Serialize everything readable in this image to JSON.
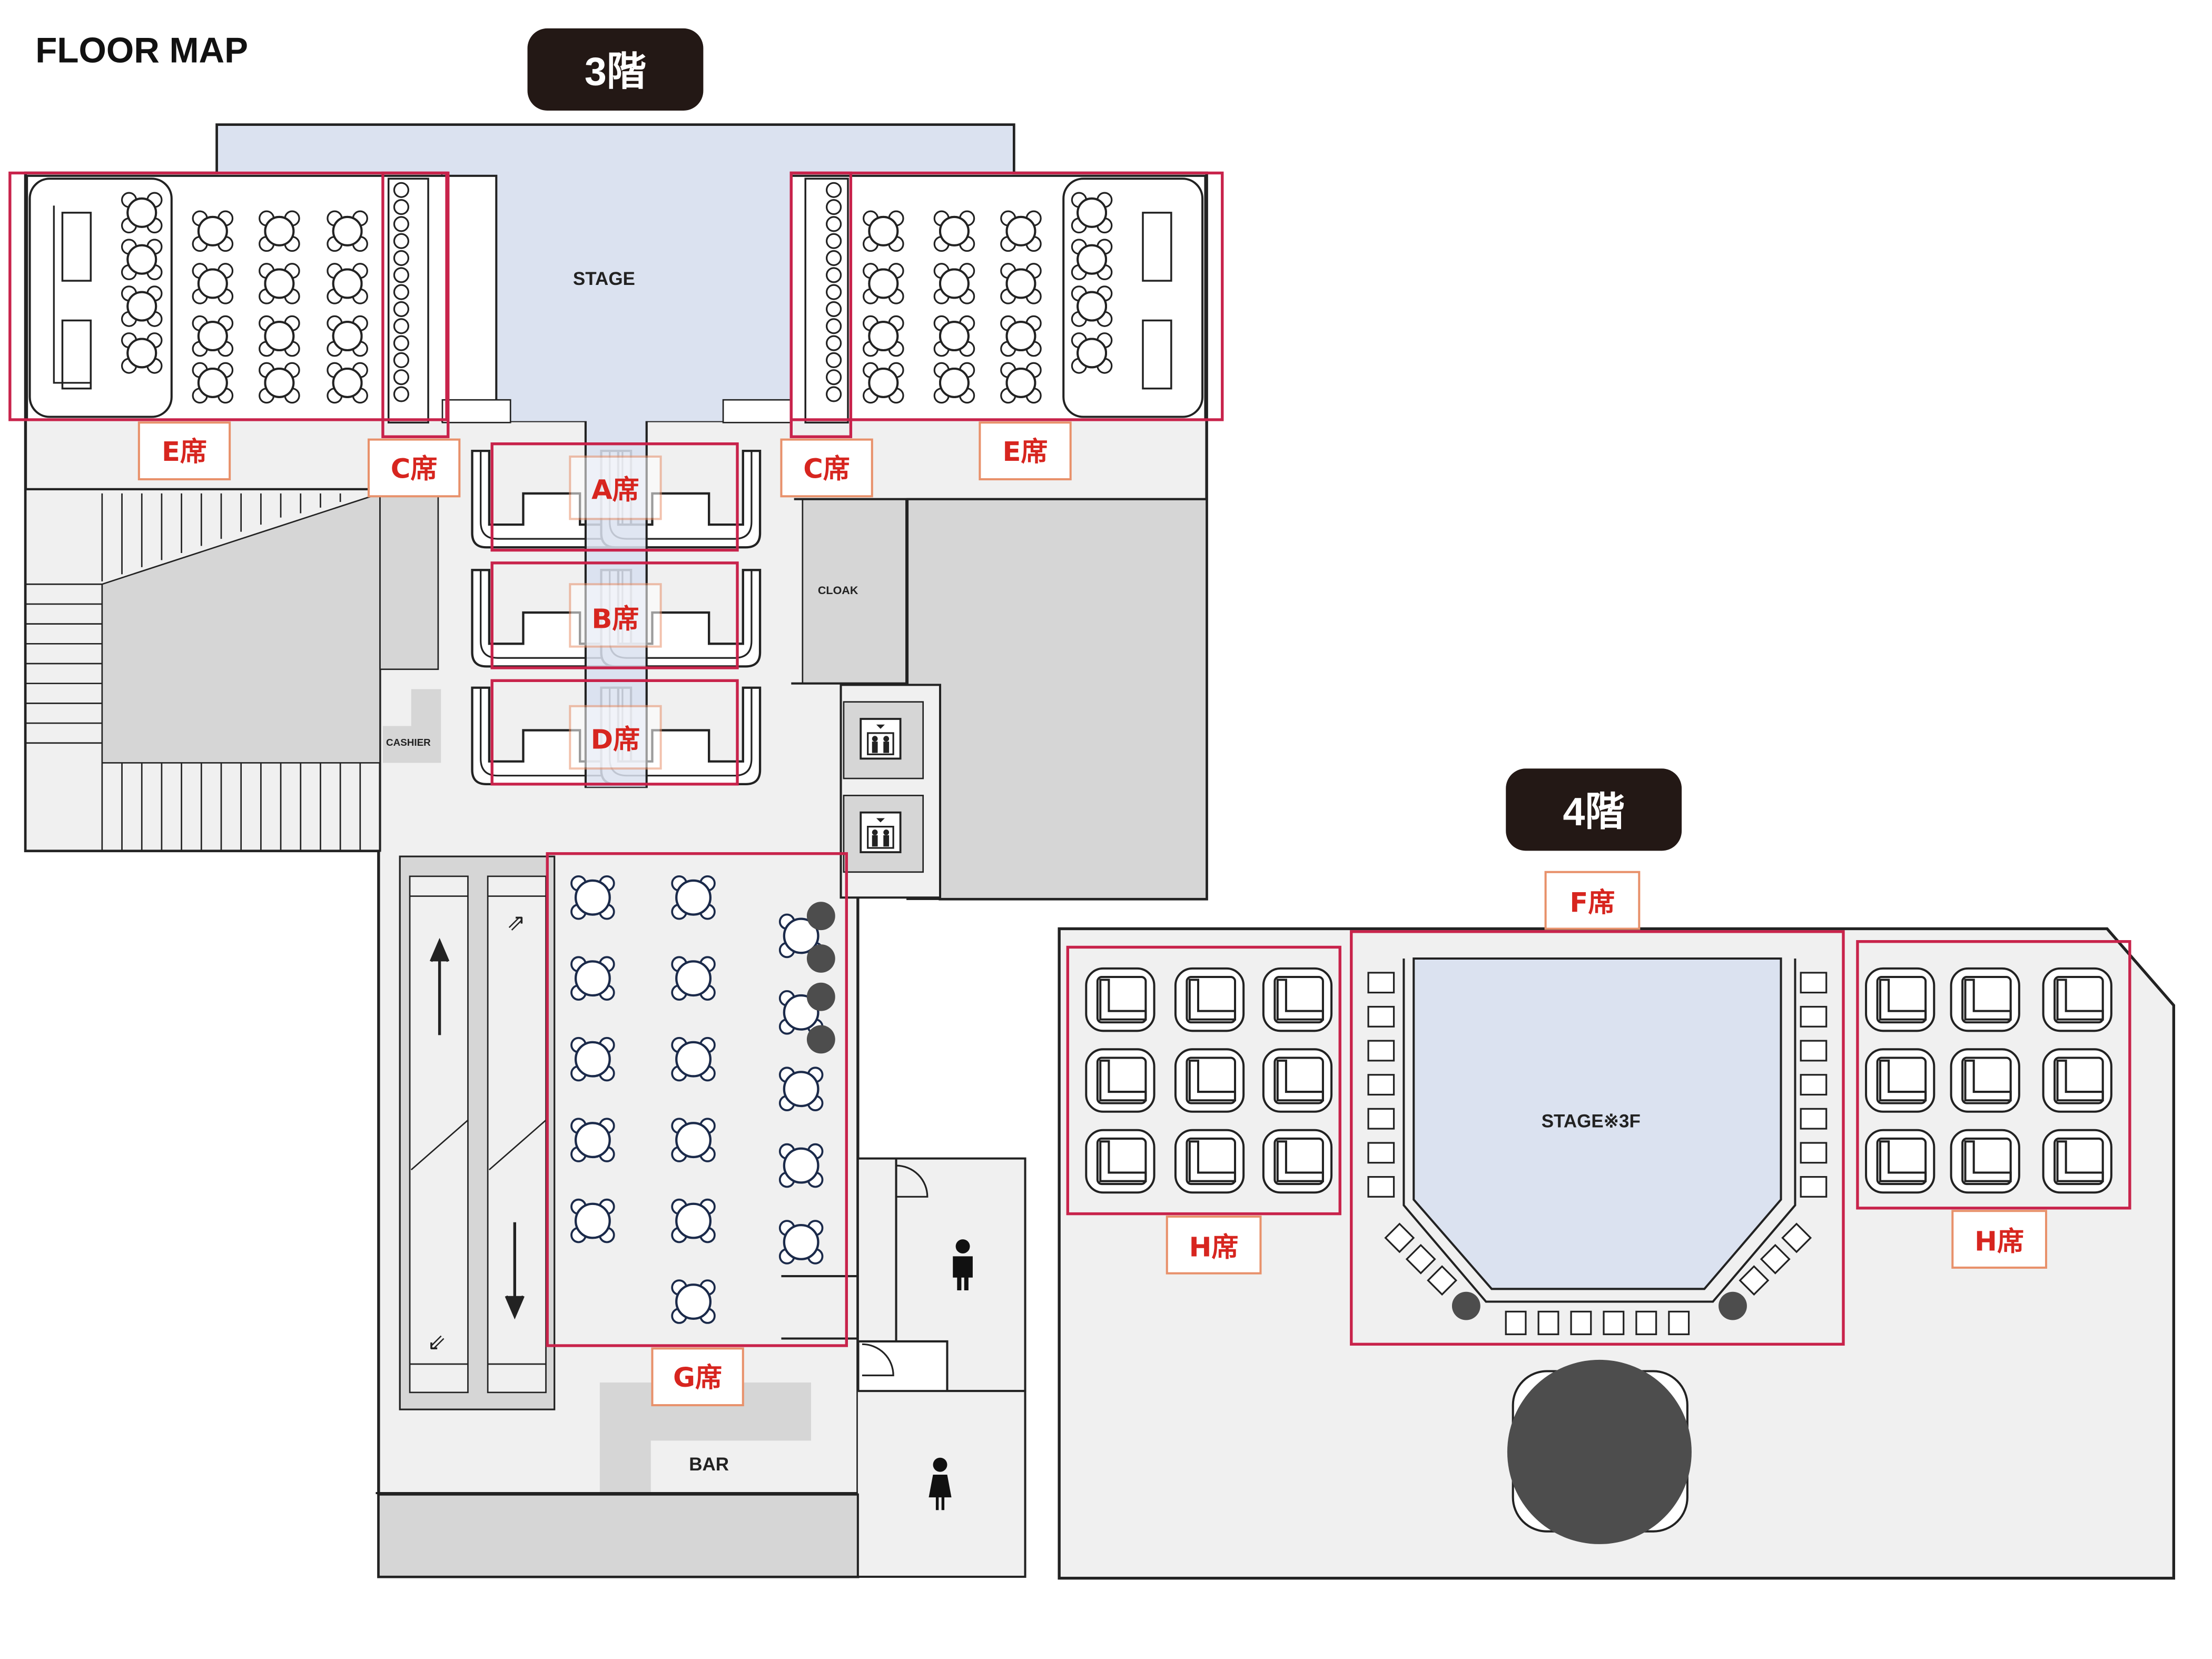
{
  "page_title": "FLOOR MAP",
  "floors": {
    "floor3": {
      "label": "3階"
    },
    "floor4": {
      "label": "4階"
    }
  },
  "rooms": {
    "stage": "STAGE",
    "stage_4f": "STAGE※3F",
    "cloak": "CLOAK",
    "cashier": "CASHIER",
    "bar": "BAR"
  },
  "seat_labels": {
    "e_left": "E席",
    "c_left": "C席",
    "c_right": "C席",
    "e_right": "E席",
    "a": "A席",
    "b": "B席",
    "d": "D席",
    "g": "G席",
    "f": "F席",
    "h_left": "H席",
    "h_right": "H席"
  },
  "icons": {
    "elevator": "elevator-icon",
    "escalator": "escalator-icon",
    "restroom_men": "restroom-men-icon",
    "restroom_women": "restroom-women-icon",
    "arrow_up": "arrow-up-icon",
    "arrow_down": "arrow-down-icon"
  },
  "colors": {
    "seat_box": "#c8234b",
    "label_border": "#e8916b",
    "label_text": "#d7251f",
    "stage_fill": "#dbe2f0",
    "floor_fill": "#f0f0f0",
    "room_fill": "#d6d6d6",
    "pill_fill": "#231815",
    "dark_fill": "#4d4d4d",
    "table_stroke": "#1b2a4a"
  }
}
